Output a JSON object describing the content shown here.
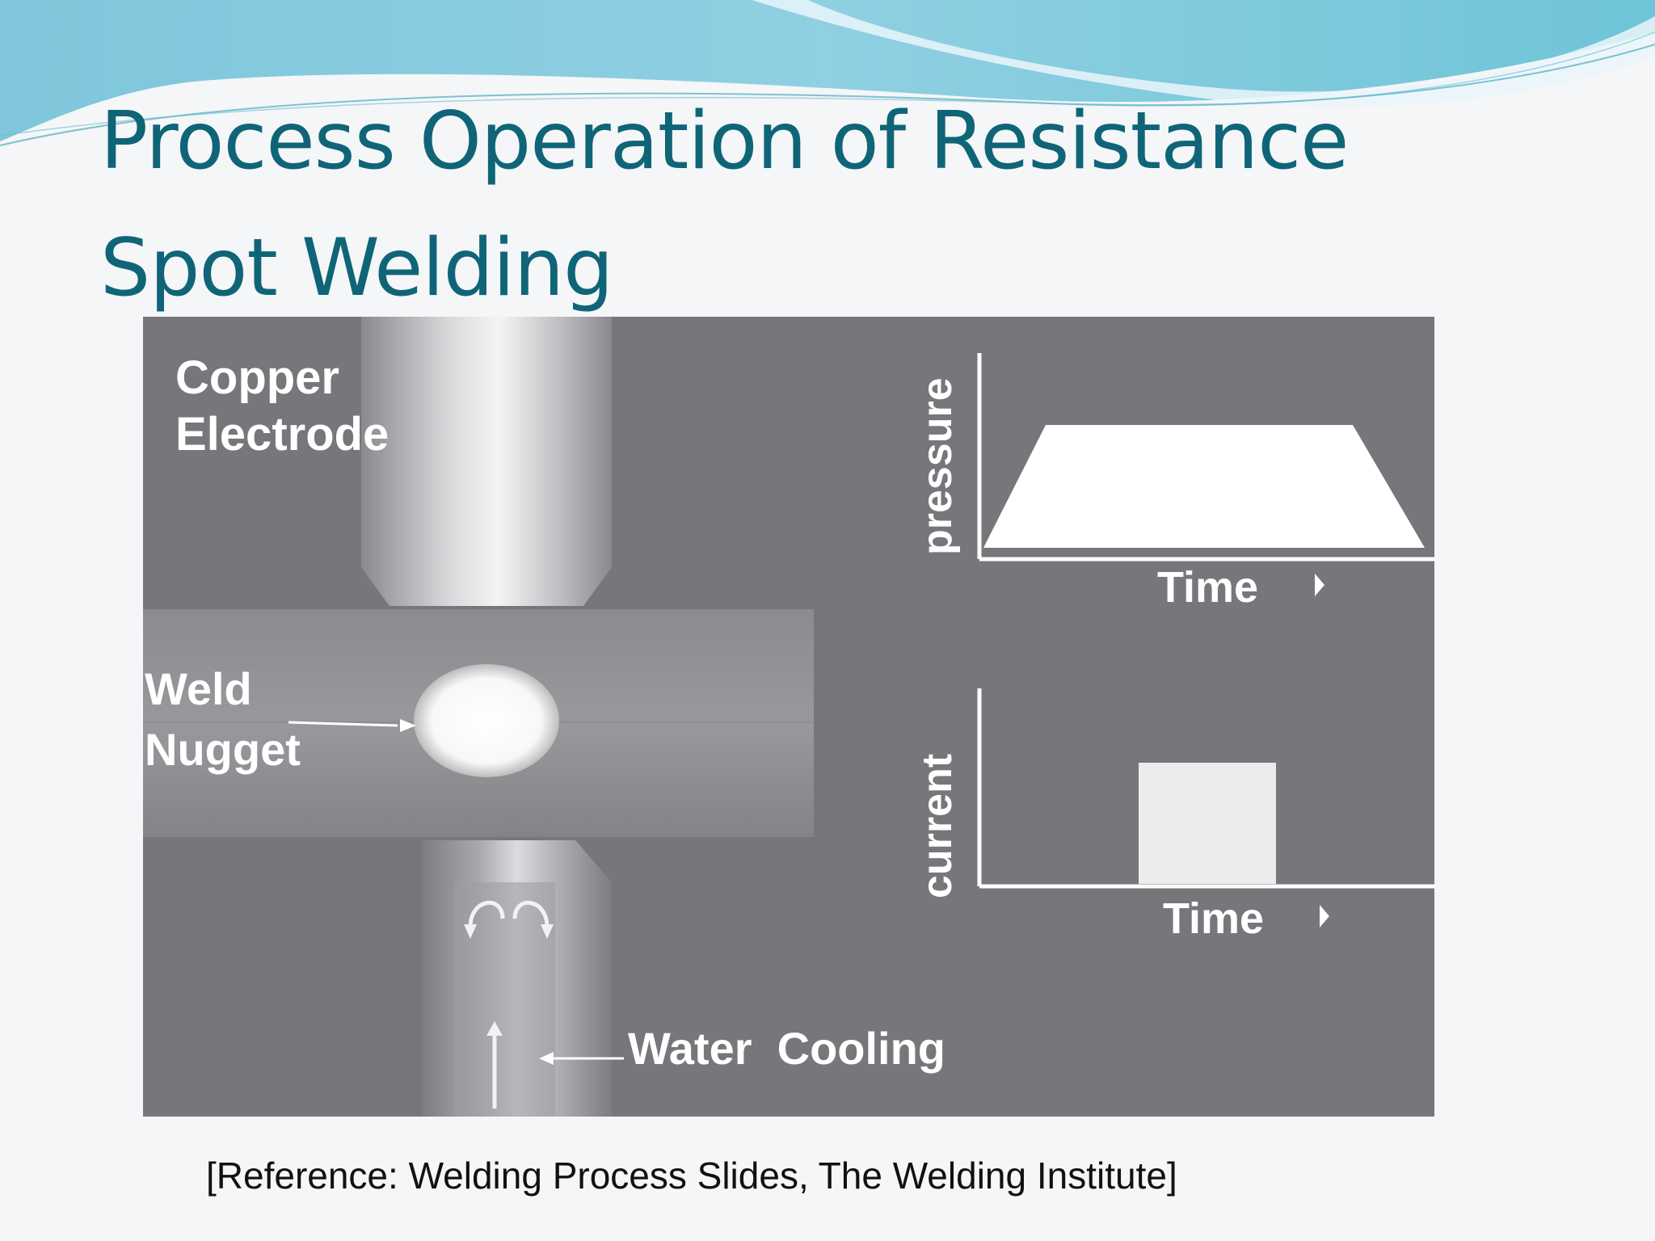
{
  "slide": {
    "title_line_1": "Process Operation of Resistance",
    "title_line_2": "Spot Welding",
    "reference": "[Reference: Welding Process Slides, The Welding Institute]"
  },
  "diagram": {
    "labels": {
      "electrode_line_1": "Copper",
      "electrode_line_2": "Electrode",
      "nugget_line_1": "Weld",
      "nugget_line_2": "Nugget",
      "cooling": "Water  Cooling"
    },
    "graphs": {
      "pressure_ylabel": "pressure",
      "current_ylabel": "current",
      "xlabel": "Time"
    }
  },
  "colors": {
    "title": "#0f6577",
    "diagram_background": "#77767a",
    "wave_light": "#a9dbe6",
    "wave_dark": "#5fb7cc"
  }
}
